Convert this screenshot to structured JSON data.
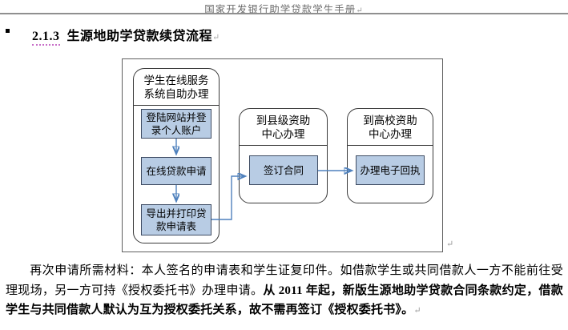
{
  "header": {
    "title": "国家开发银行助学贷款学生手册",
    "mark": "↵"
  },
  "heading": {
    "number": "2.1.3",
    "title": "生源地助学贷款续贷流程",
    "mark": "↵"
  },
  "flowchart": {
    "column1": {
      "title": "学生在线服务\n系统自助办理",
      "step1": "登陆网站并登\n录个人账户",
      "step2": "在线贷款申请",
      "step3": "导出并打印贷\n款申请表"
    },
    "column2": {
      "title": "到县级资助\n中心办理",
      "step": "签订合同"
    },
    "column3": {
      "title": "到高校资助\n中心办理",
      "step": "办理电子回执"
    },
    "mark": "↵"
  },
  "paragraph": {
    "normal": "再次申请所需材料：本人签名的申请表和学生证复印件。如借款学生或共同借款人一方不能前往受理现场，另一方可持《授权委托书》办理申请。",
    "bold": "从 2011 年起，新版生源地助学贷款合同条款约定，借款学生与共同借款人默认为互为授权委托关系，故不需再签订《授权委托书》。",
    "mark": "↵"
  },
  "colors": {
    "step_fill": "#b8cce4",
    "step_border": "#3f4c63",
    "arrow": "#4f81bd",
    "group_border": "#3a3a3a",
    "header_text": "#6b6b6b",
    "spellcheck_underline": "#c86ec8"
  }
}
